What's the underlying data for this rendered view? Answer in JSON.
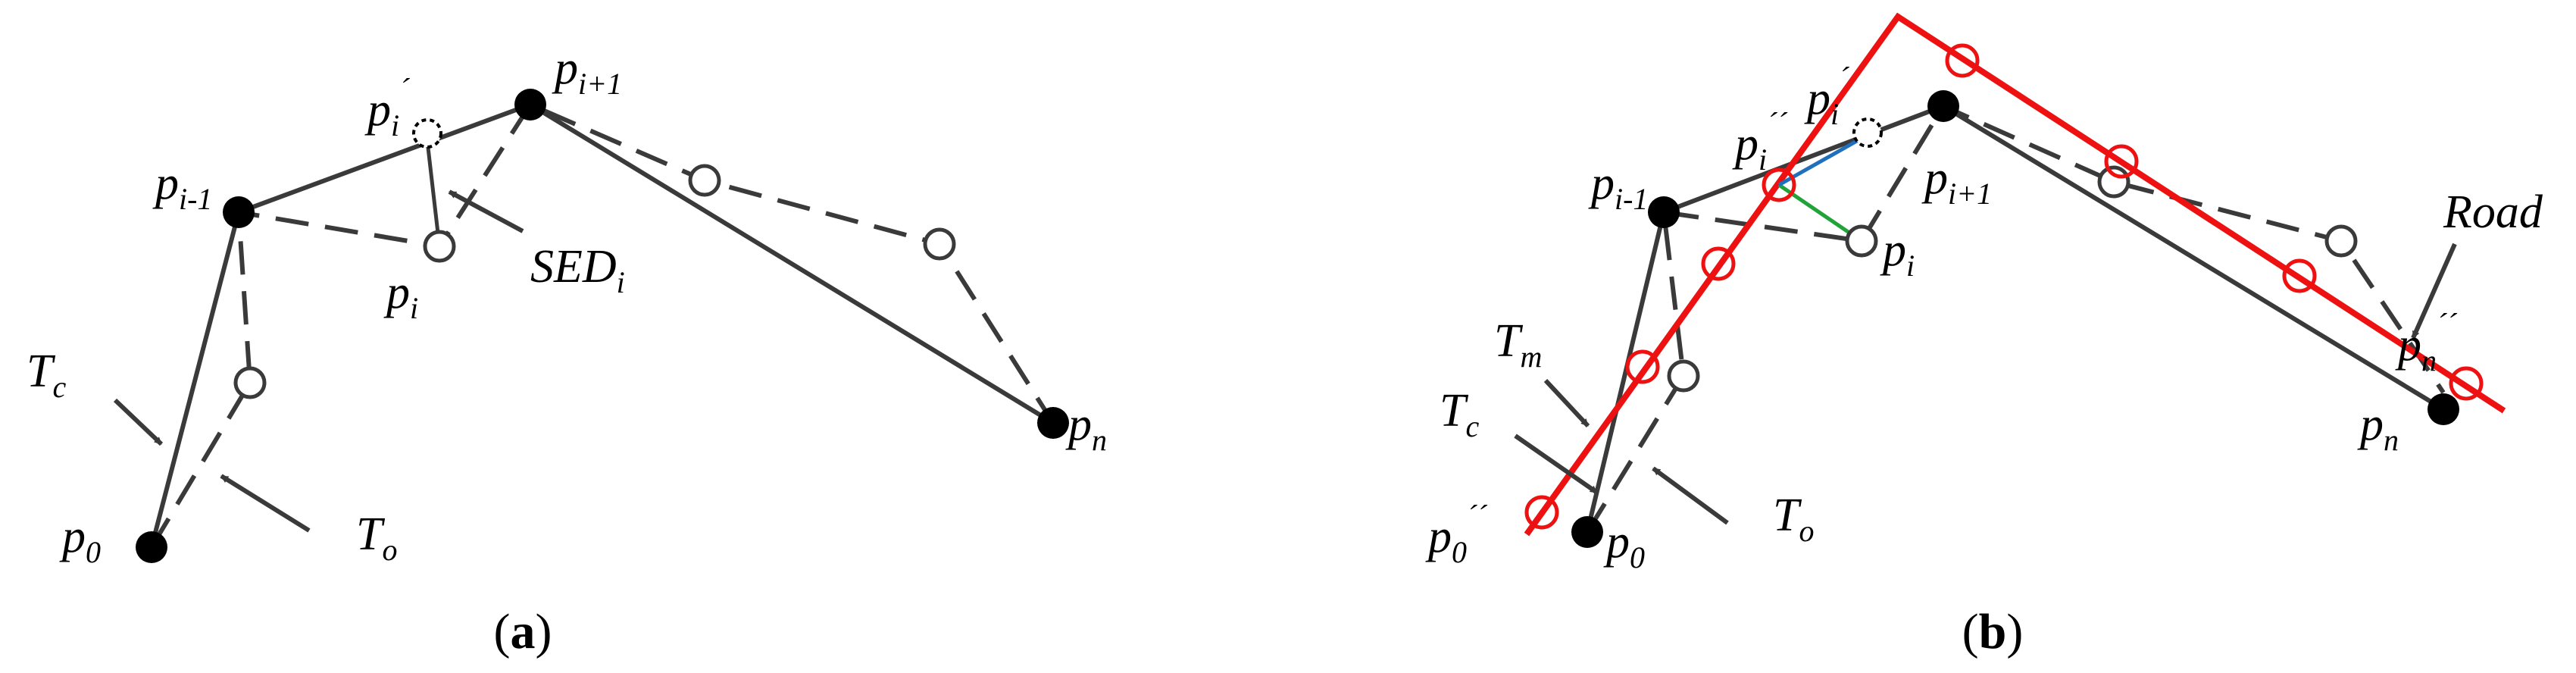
{
  "panel_a": {
    "caption": {
      "open": "(",
      "letter": "a",
      "close": ")"
    },
    "labels": {
      "p_i_minus_1": {
        "base": "p",
        "sub": "i-1"
      },
      "p_i_prime": {
        "base": "p",
        "sub": "i",
        "sup": "´"
      },
      "p_i_plus_1": {
        "base": "p",
        "sub": "i+1"
      },
      "p_i": {
        "base": "p",
        "sub": "i"
      },
      "sed": {
        "base": "SED",
        "sub": "i"
      },
      "p_n": {
        "base": "p",
        "sub": "n"
      },
      "p_0": {
        "base": "p",
        "sub": "0"
      },
      "t_c": {
        "base": "T",
        "sub": "c"
      },
      "t_o": {
        "base": "T",
        "sub": "o"
      }
    }
  },
  "panel_b": {
    "caption": {
      "open": "(",
      "letter": "b",
      "close": ")"
    },
    "labels": {
      "p_i_minus_1": {
        "base": "p",
        "sub": "i-1"
      },
      "p_i_double_prime": {
        "base": "p",
        "sub": "i",
        "sup": "´´"
      },
      "p_i_prime": {
        "base": "p",
        "sub": "i",
        "sup": "´"
      },
      "p_i_plus_1": {
        "base": "p",
        "sub": "i+1"
      },
      "p_i": {
        "base": "p",
        "sub": "i"
      },
      "road": {
        "base": "Road"
      },
      "p_n_double_prime": {
        "base": "p",
        "sub": "n",
        "sup": "´´"
      },
      "p_n": {
        "base": "p",
        "sub": "n"
      },
      "t_m": {
        "base": "T",
        "sub": "m"
      },
      "t_c": {
        "base": "T",
        "sub": "c"
      },
      "p_0_double_prime": {
        "base": "p",
        "sub": "0",
        "sup": "´´"
      },
      "p_0": {
        "base": "p",
        "sub": "0"
      },
      "t_o": {
        "base": "T",
        "sub": "o"
      }
    }
  },
  "colors": {
    "stroke": "#3a3a3a",
    "road": "#ee1111",
    "blue_segment": "#1f6fbf",
    "green_segment": "#22a33a"
  }
}
